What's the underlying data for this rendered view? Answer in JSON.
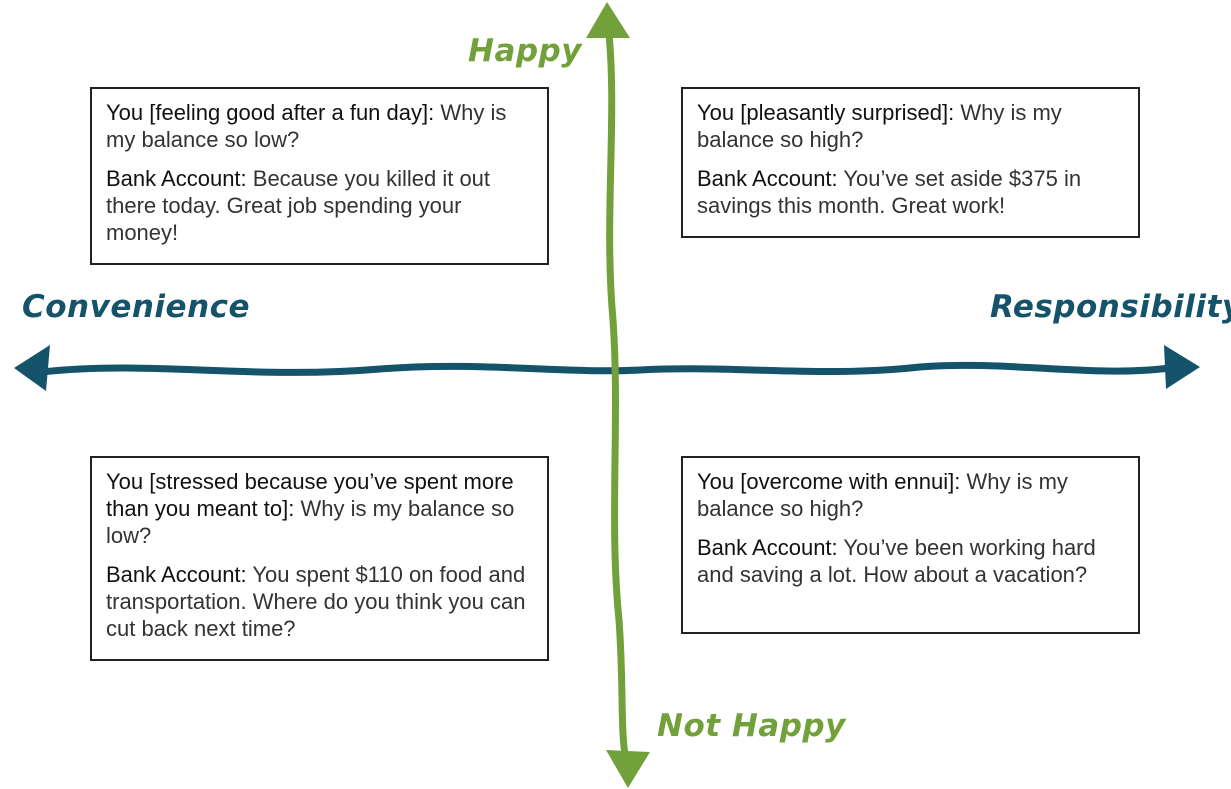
{
  "colors": {
    "vertical_axis": "#72a03a",
    "horizontal_axis": "#15536b",
    "card_border": "#222222",
    "card_text": "#333333"
  },
  "axes": {
    "top_label": "Happy",
    "bottom_label": "Not Happy",
    "left_label": "Convenience",
    "right_label": "Responsibility"
  },
  "quadrants": {
    "top_left": {
      "you_speaker": "You [feeling good after a fun day]:",
      "you_line": " Why is my balance so low?",
      "bank_speaker": "Bank Account:",
      "bank_line": " Because you killed it out there today. Great job spending your money!"
    },
    "top_right": {
      "you_speaker": "You [pleasantly surprised]:",
      "you_line": " Why is my balance so high?",
      "bank_speaker": "Bank Account:",
      "bank_line": " You’ve set aside $375 in savings this month. Great work!"
    },
    "bottom_left": {
      "you_speaker": "You [stressed because you’ve spent more than you meant to]:",
      "you_line": " Why is my balance so low?",
      "bank_speaker": "Bank Account:",
      "bank_line": " You spent $110 on food and transportation. Where do you think you can cut back next time?"
    },
    "bottom_right": {
      "you_speaker": "You [overcome with ennui]:",
      "you_line": " Why is my balance so high?",
      "bank_speaker": "Bank Account:",
      "bank_line": " You’ve been working hard and saving a lot. How about a vacation?"
    }
  }
}
